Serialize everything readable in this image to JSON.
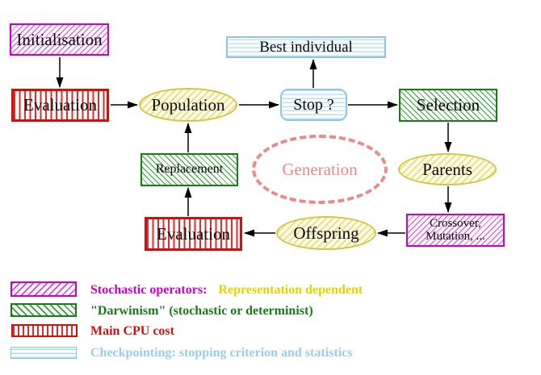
{
  "diagram": {
    "title": "Evolutionary algorithm flowchart",
    "nodes": {
      "initialisation": {
        "label": "Initialisation"
      },
      "evaluation_top": {
        "label": "Evaluation"
      },
      "population": {
        "label": "Population"
      },
      "best_individual": {
        "label": "Best individual"
      },
      "stop": {
        "label": "Stop ?"
      },
      "selection": {
        "label": "Selection"
      },
      "parents": {
        "label": "Parents"
      },
      "generation": {
        "label": "Generation"
      },
      "replacement": {
        "label": "Replacement"
      },
      "evaluation_bottom": {
        "label": "Evaluation"
      },
      "offspring": {
        "label": "Offspring"
      },
      "crossover": {
        "label_line1": "Crossover,",
        "label_line2": "Mutation, ..."
      }
    },
    "flows": [
      "initialisation -> evaluation_top",
      "evaluation_top -> population",
      "population -> stop",
      "stop -> best_individual",
      "stop -> selection",
      "selection -> parents",
      "parents -> crossover",
      "crossover -> offspring",
      "offspring -> evaluation_bottom",
      "evaluation_bottom -> replacement",
      "replacement -> population"
    ]
  },
  "legend": {
    "items": [
      {
        "swatch": "magenta-diagonal-hatch",
        "parts": [
          {
            "text": "Stochastic operators:",
            "color": "#cc00cc"
          },
          {
            "text": "Representation dependent",
            "color": "#e8d200"
          }
        ]
      },
      {
        "swatch": "green-diagonal-hatch",
        "parts": [
          {
            "text": "\"Darwinism\" (stochastic or determinist)",
            "color": "#1a7a1a"
          }
        ]
      },
      {
        "swatch": "red-vertical-hatch",
        "parts": [
          {
            "text": "Main CPU cost",
            "color": "#cc1111"
          }
        ]
      },
      {
        "swatch": "cyan-horizontal-hatch",
        "parts": [
          {
            "text": "Checkpointing: stopping criterion and statistics",
            "color": "#9accec"
          }
        ]
      }
    ]
  },
  "colors": {
    "magenta": "#cc00cc",
    "green": "#1a7a1a",
    "red": "#cc1111",
    "cyan_border": "#8cc6e4",
    "cyan_text": "#9accec",
    "yellow_border": "#d8c443",
    "yellow_text": "#e8d200",
    "salmon": "#ee8888",
    "arrow": "#000000"
  }
}
